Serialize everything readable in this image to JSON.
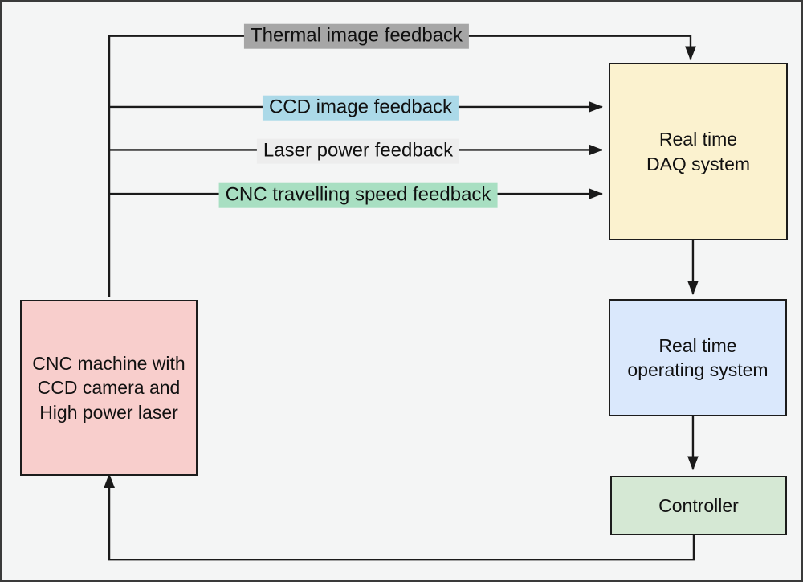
{
  "diagram": {
    "boxes": {
      "daq": {
        "label": "Real time\nDAQ system",
        "fill": "#fbf2cf"
      },
      "rtos": {
        "label": "Real time\noperating system",
        "fill": "#dae8fc"
      },
      "controller": {
        "label": "Controller",
        "fill": "#d5e8d4"
      },
      "cnc_machine": {
        "label": "CNC machine with\nCCD camera and\nHigh power laser",
        "fill": "#f8cecc"
      }
    },
    "feedback_labels": [
      {
        "text": "Thermal image feedback",
        "bg": "#a6a6a6"
      },
      {
        "text": "CCD image feedback",
        "bg": "#abd9e8"
      },
      {
        "text": "Laser power feedback",
        "bg": "#ededed"
      },
      {
        "text": "CNC travelling speed feedback",
        "bg": "#a8dfc2"
      }
    ],
    "line_color": "#1a1a1a"
  }
}
